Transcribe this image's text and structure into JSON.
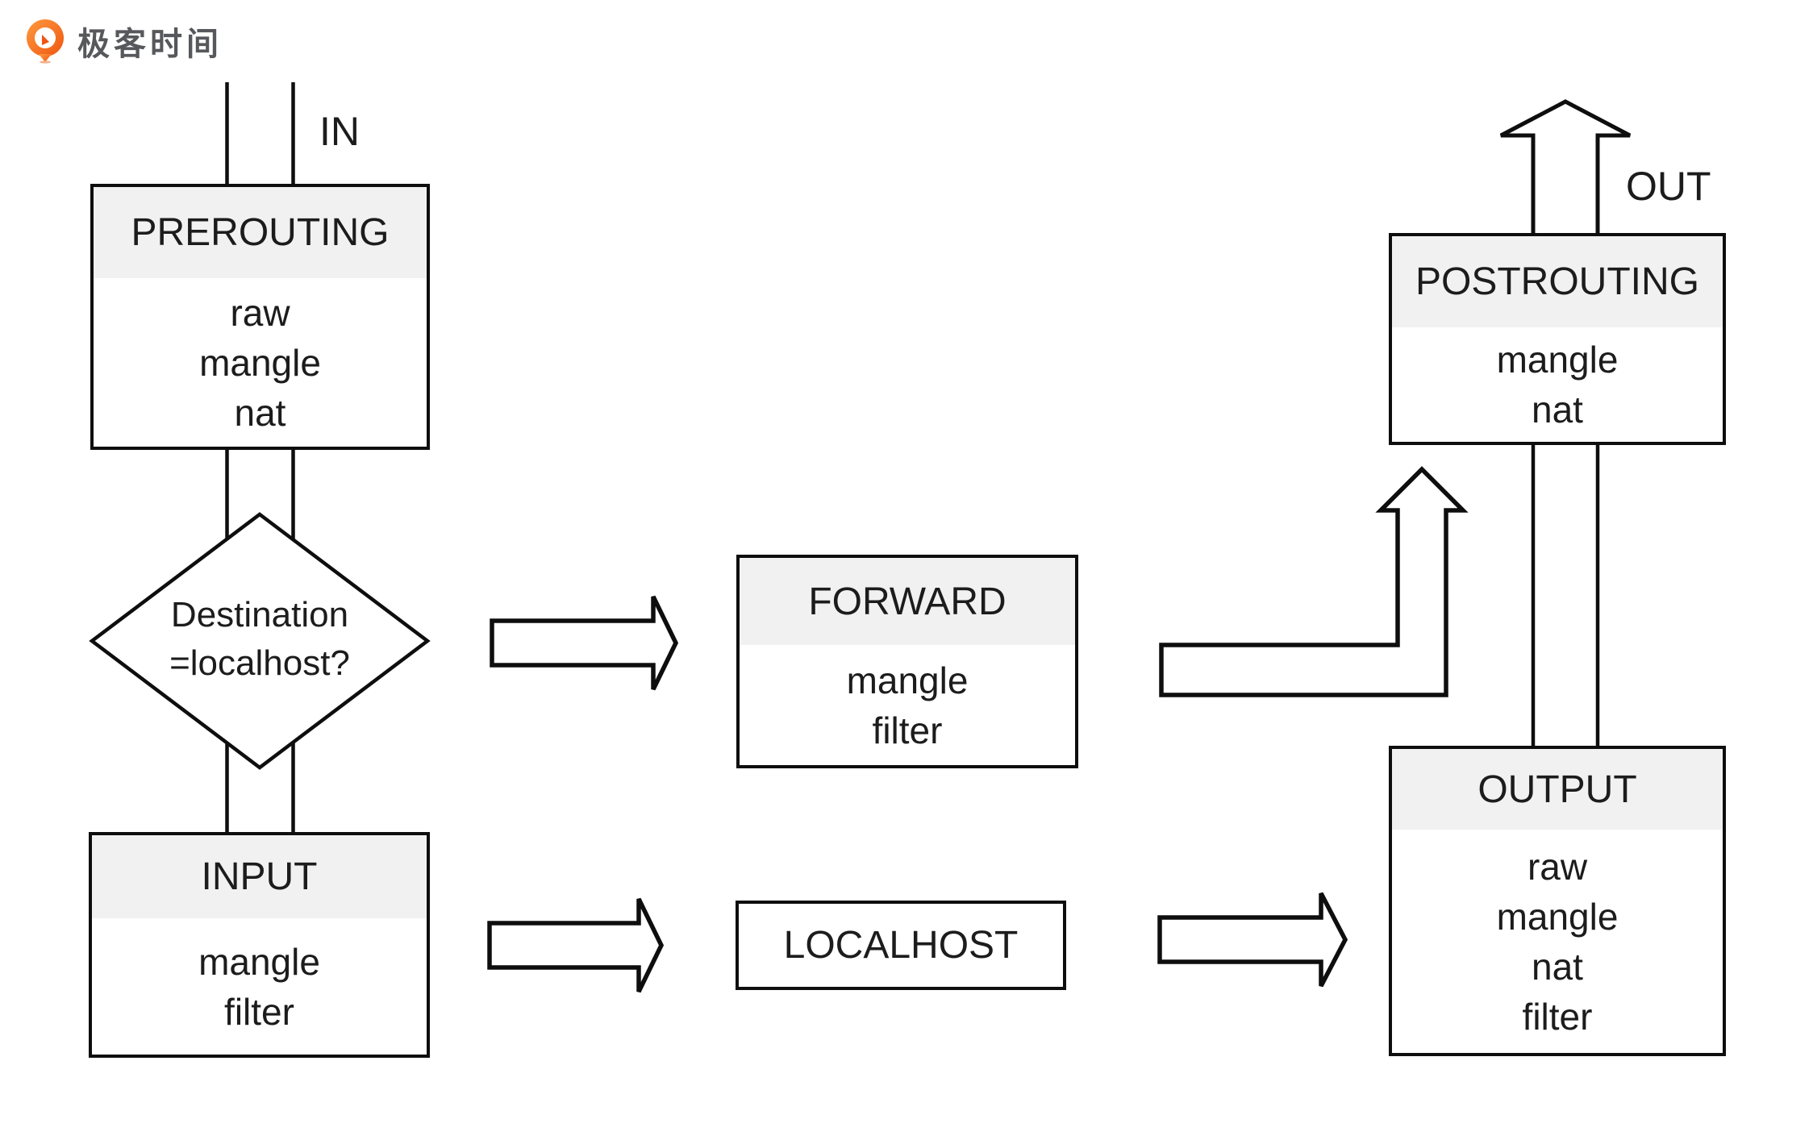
{
  "logo": {
    "text": "极客时间"
  },
  "labels": {
    "in": "IN",
    "out": "OUT"
  },
  "decision": {
    "line1": "Destination",
    "line2": "=localhost?"
  },
  "boxes": {
    "prerouting": {
      "title": "PREROUTING",
      "tables": [
        "raw",
        "mangle",
        "nat"
      ]
    },
    "input": {
      "title": "INPUT",
      "tables": [
        "mangle",
        "filter"
      ]
    },
    "forward": {
      "title": "FORWARD",
      "tables": [
        "mangle",
        "filter"
      ]
    },
    "localhost": {
      "title": "LOCALHOST"
    },
    "output": {
      "title": "OUTPUT",
      "tables": [
        "raw",
        "mangle",
        "nat",
        "filter"
      ]
    },
    "postrouting": {
      "title": "POSTROUTING",
      "tables": [
        "mangle",
        "nat"
      ]
    }
  },
  "colors": {
    "header_bg": "#f1f1f1",
    "line": "#0e0e0e",
    "text_color": "#1c1c1c",
    "logo_orange": "#f3641e",
    "logo_text": "#57585c"
  }
}
